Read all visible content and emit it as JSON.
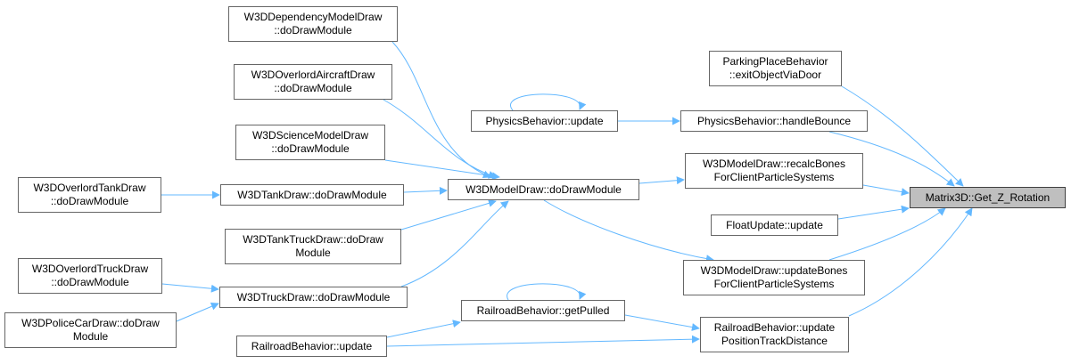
{
  "graph": {
    "nodes": [
      {
        "id": "n_dep",
        "lines": [
          "W3DDependencyModelDraw",
          "::doDrawModule"
        ]
      },
      {
        "id": "n_aircraft",
        "lines": [
          "W3DOverlordAircraftDraw",
          "::doDrawModule"
        ]
      },
      {
        "id": "n_science",
        "lines": [
          "W3DScienceModelDraw",
          "::doDrawModule"
        ]
      },
      {
        "id": "n_otank",
        "lines": [
          "W3DOverlordTankDraw",
          "::doDrawModule"
        ]
      },
      {
        "id": "n_tank",
        "lines": [
          "W3DTankDraw::doDrawModule"
        ]
      },
      {
        "id": "n_tanktruck",
        "lines": [
          "W3DTankTruckDraw::doDraw",
          "Module"
        ]
      },
      {
        "id": "n_otruck",
        "lines": [
          "W3DOverlordTruckDraw",
          "::doDrawModule"
        ]
      },
      {
        "id": "n_truck",
        "lines": [
          "W3DTruckDraw::doDrawModule"
        ]
      },
      {
        "id": "n_police",
        "lines": [
          "W3DPoliceCarDraw::doDraw",
          "Module"
        ]
      },
      {
        "id": "n_rrupdate",
        "lines": [
          "RailroadBehavior::update"
        ]
      },
      {
        "id": "n_physupd",
        "lines": [
          "PhysicsBehavior::update"
        ]
      },
      {
        "id": "n_modeldraw",
        "lines": [
          "W3DModelDraw::doDrawModule"
        ]
      },
      {
        "id": "n_pulled",
        "lines": [
          "RailroadBehavior::getPulled"
        ]
      },
      {
        "id": "n_parking",
        "lines": [
          "ParkingPlaceBehavior",
          "::exitObjectViaDoor"
        ]
      },
      {
        "id": "n_bounce",
        "lines": [
          "PhysicsBehavior::handleBounce"
        ]
      },
      {
        "id": "n_recalc",
        "lines": [
          "W3DModelDraw::recalcBones",
          "ForClientParticleSystems"
        ]
      },
      {
        "id": "n_float",
        "lines": [
          "FloatUpdate::update"
        ]
      },
      {
        "id": "n_updbones",
        "lines": [
          "W3DModelDraw::updateBones",
          "ForClientParticleSystems"
        ]
      },
      {
        "id": "n_rrpos",
        "lines": [
          "RailroadBehavior::update",
          "PositionTrackDistance"
        ]
      },
      {
        "id": "n_focus",
        "lines": [
          "Matrix3D::Get_Z_Rotation"
        ],
        "focus": true
      }
    ],
    "edges": [
      [
        "n_otank",
        "n_tank"
      ],
      [
        "n_otruck",
        "n_truck"
      ],
      [
        "n_police",
        "n_truck"
      ],
      [
        "n_dep",
        "n_modeldraw"
      ],
      [
        "n_aircraft",
        "n_modeldraw"
      ],
      [
        "n_science",
        "n_modeldraw"
      ],
      [
        "n_tank",
        "n_modeldraw"
      ],
      [
        "n_tanktruck",
        "n_modeldraw"
      ],
      [
        "n_truck",
        "n_modeldraw"
      ],
      [
        "n_physupd",
        "n_physupd"
      ],
      [
        "n_physupd",
        "n_bounce"
      ],
      [
        "n_modeldraw",
        "n_recalc"
      ],
      [
        "n_modeldraw",
        "n_updbones"
      ],
      [
        "n_pulled",
        "n_pulled"
      ],
      [
        "n_rrupdate",
        "n_pulled"
      ],
      [
        "n_rrupdate",
        "n_rrpos"
      ],
      [
        "n_pulled",
        "n_rrpos"
      ],
      [
        "n_parking",
        "n_focus"
      ],
      [
        "n_bounce",
        "n_focus"
      ],
      [
        "n_recalc",
        "n_focus"
      ],
      [
        "n_float",
        "n_focus"
      ],
      [
        "n_updbones",
        "n_focus"
      ],
      [
        "n_rrpos",
        "n_focus"
      ]
    ],
    "colors": {
      "edge": "#63b8ff",
      "node_border": "#666666",
      "focus_fill": "#bfbfbf"
    }
  }
}
